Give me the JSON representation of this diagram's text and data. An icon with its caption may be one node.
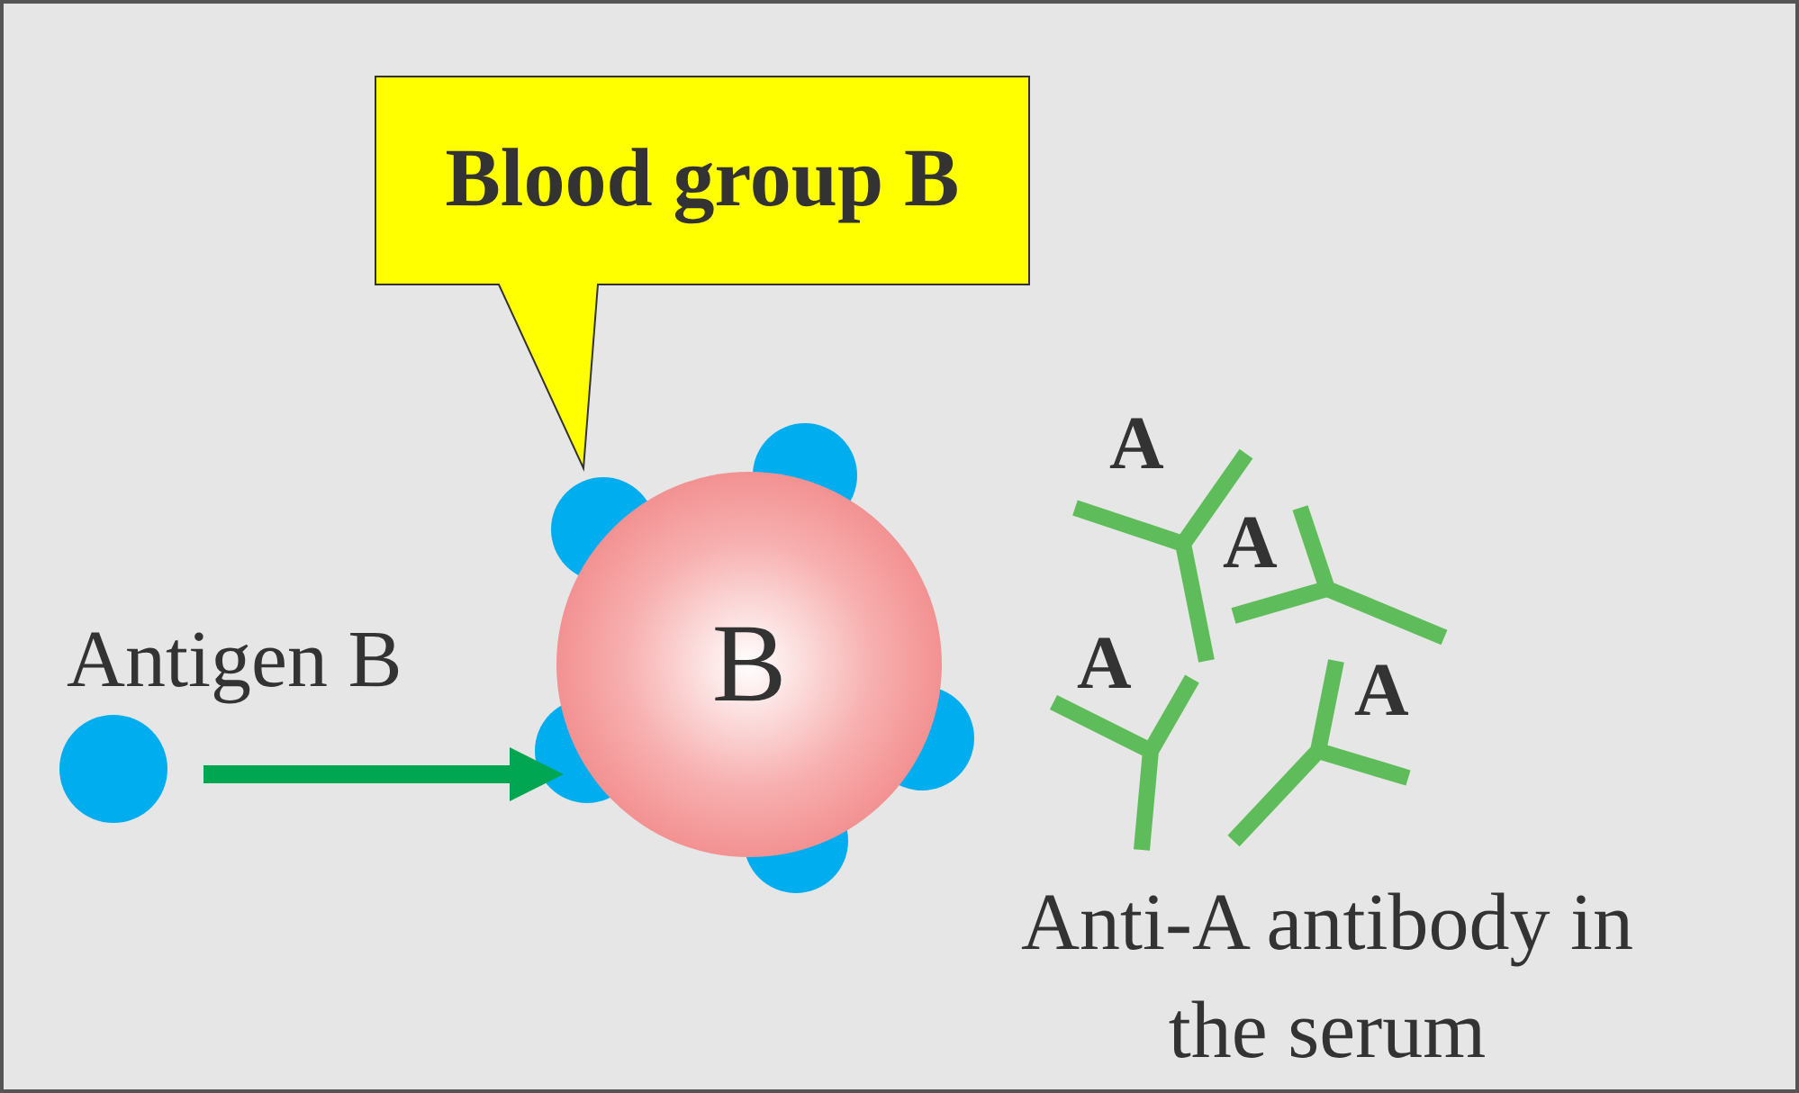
{
  "diagram": {
    "nodes": [
      {
        "text": [
          "Blood group B"
        ]
      },
      {
        "text": [],
        "shape": "circle",
        "beside": [
          "Antigen B"
        ]
      },
      {
        "text": [
          "B"
        ]
      }
    ],
    "edges": [
      {
        "from": 1,
        "to": 2,
        "arrow": "to"
      }
    ],
    "labels": [
      "A",
      "A",
      "A",
      "A",
      "Anti-A antibody in the serum"
    ]
  }
}
